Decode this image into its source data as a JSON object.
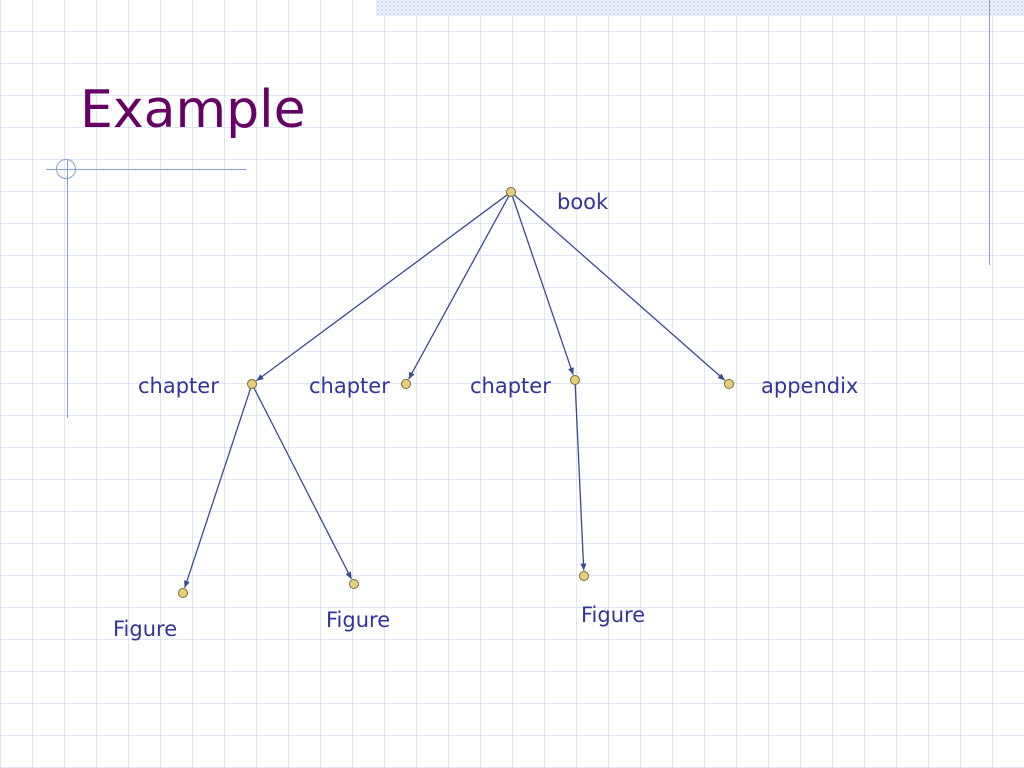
{
  "title": "Example",
  "colors": {
    "title": "#660066",
    "edge": "#3a4a8c",
    "label": "#333399",
    "node_fill": "#e6cf7a",
    "node_stroke": "#7a6a3a"
  },
  "nodes": [
    {
      "id": "book",
      "label": "book"
    },
    {
      "id": "chapter1",
      "label": "chapter"
    },
    {
      "id": "chapter2",
      "label": "chapter"
    },
    {
      "id": "chapter3",
      "label": "chapter"
    },
    {
      "id": "appendix",
      "label": "appendix"
    },
    {
      "id": "figure1",
      "label": "Figure"
    },
    {
      "id": "figure2",
      "label": "Figure"
    },
    {
      "id": "figure3",
      "label": "Figure"
    }
  ],
  "edges": [
    {
      "from": "book",
      "to": "chapter1"
    },
    {
      "from": "book",
      "to": "chapter2"
    },
    {
      "from": "book",
      "to": "chapter3"
    },
    {
      "from": "book",
      "to": "appendix"
    },
    {
      "from": "chapter1",
      "to": "figure1"
    },
    {
      "from": "chapter1",
      "to": "figure2"
    },
    {
      "from": "chapter3",
      "to": "figure3"
    }
  ]
}
